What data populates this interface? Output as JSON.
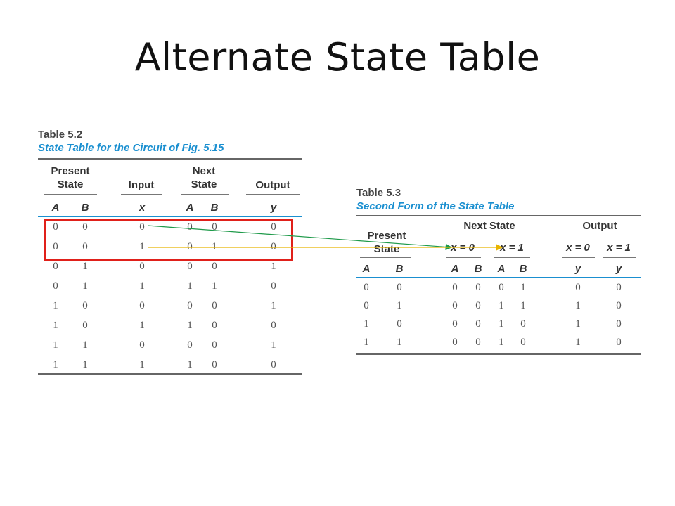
{
  "slide": {
    "title": "Alternate State Table"
  },
  "table52": {
    "number": "Table 5.2",
    "caption": "State Table for the Circuit of Fig. 5.15",
    "headers": {
      "present_line1": "Present",
      "present_line2": "State",
      "input": "Input",
      "next_line1": "Next",
      "next_line2": "State",
      "output": "Output"
    },
    "subheaders": [
      "A",
      "B",
      "x",
      "A",
      "B",
      "y"
    ],
    "rows": [
      [
        "0",
        "0",
        "0",
        "0",
        "0",
        "0"
      ],
      [
        "0",
        "0",
        "1",
        "0",
        "1",
        "0"
      ],
      [
        "0",
        "1",
        "0",
        "0",
        "0",
        "1"
      ],
      [
        "0",
        "1",
        "1",
        "1",
        "1",
        "0"
      ],
      [
        "1",
        "0",
        "0",
        "0",
        "0",
        "1"
      ],
      [
        "1",
        "0",
        "1",
        "1",
        "0",
        "0"
      ],
      [
        "1",
        "1",
        "0",
        "0",
        "0",
        "1"
      ],
      [
        "1",
        "1",
        "1",
        "1",
        "0",
        "0"
      ]
    ]
  },
  "table53": {
    "number": "Table 5.3",
    "caption": "Second Form of the State Table",
    "headers": {
      "present_line1": "Present",
      "present_line2": "State",
      "next_state": "Next State",
      "output": "Output",
      "next_x0": "x = 0",
      "next_x1": "x = 1",
      "out_x0": "x = 0",
      "out_x1": "x = 1"
    },
    "subheaders": [
      "A",
      "B",
      "A",
      "B",
      "A",
      "B",
      "y",
      "y"
    ],
    "rows": [
      [
        "0",
        "0",
        "0",
        "0",
        "0",
        "1",
        "0",
        "0"
      ],
      [
        "0",
        "1",
        "0",
        "0",
        "1",
        "1",
        "1",
        "0"
      ],
      [
        "1",
        "0",
        "0",
        "0",
        "1",
        "0",
        "1",
        "0"
      ],
      [
        "1",
        "1",
        "0",
        "0",
        "1",
        "0",
        "1",
        "0"
      ]
    ]
  },
  "colors": {
    "caption_blue": "#1a8fd0",
    "highlight_red": "#e0201a",
    "arrow_green": "#1f9a4a",
    "arrow_yellow": "#e8b400"
  }
}
